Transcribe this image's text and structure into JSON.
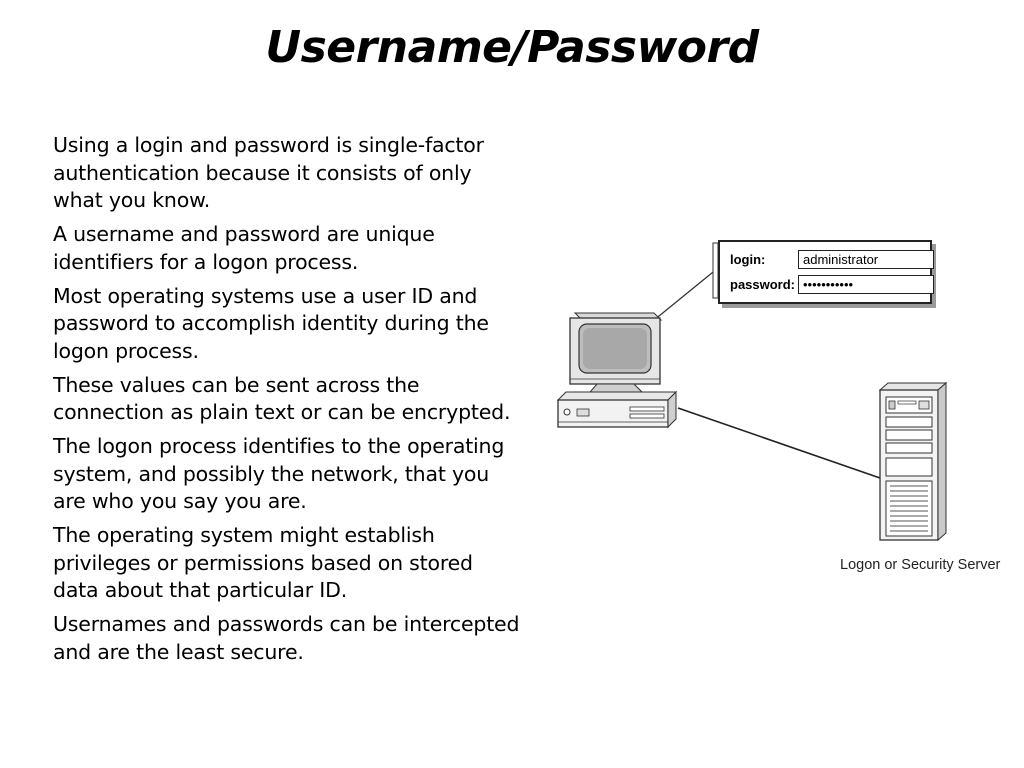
{
  "slide": {
    "title": "Username/Password",
    "bullets": [
      "Using a login and password is single-factor authentication because it consists of only what you know.",
      "A username and password are unique identifiers for a logon process.",
      "Most operating systems use a user ID and password to accomplish identity during the logon process.",
      "These values can be sent across the connection as plain text or can be encrypted.",
      "The logon process identifies to the operating system, and possibly the network, that you are who you say you are.",
      "The operating system might establish privileges or permissions based on stored data about that particular ID.",
      "Usernames and passwords can be intercepted and are the least secure."
    ]
  },
  "diagram": {
    "login_label": "login:",
    "login_value": "administrator",
    "password_label": "password:",
    "password_value": "•••••••••••",
    "server_caption": "Logon or Security Server",
    "icons": [
      "workstation-icon",
      "server-icon"
    ]
  }
}
